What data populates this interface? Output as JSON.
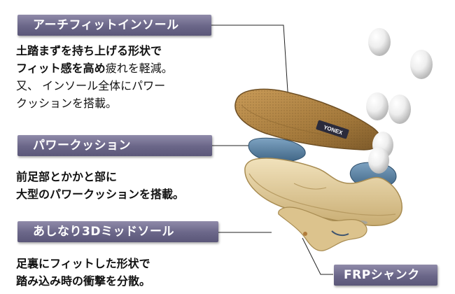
{
  "sections": {
    "arch": {
      "label": "アーチフィットインソール",
      "line1": "土踏まずを持ち上げる形状で",
      "line2a": "フィット感を高め",
      "line2b": "疲れを軽減。",
      "line3": "又、 インソール全体にパワー",
      "line4": "クッションを搭載。"
    },
    "cushion": {
      "label": "パワークッション",
      "line1": "前足部とかかと部に",
      "line2": "大型のパワークッションを搭載。"
    },
    "midsole": {
      "label": "あしなり3Dミッドソール",
      "line1": "足裏にフィットした形状で",
      "line2": "踏み込み時の衝撃を分散。"
    },
    "frp": {
      "label": "FRPシャンク"
    }
  },
  "logo_text": "YONEX",
  "colors": {
    "label_bg": "#6a6688",
    "insole": "#b98f4e",
    "cushion": "#5f84a3",
    "midsole": "#e3cf9f",
    "shank": "#d9c089"
  }
}
